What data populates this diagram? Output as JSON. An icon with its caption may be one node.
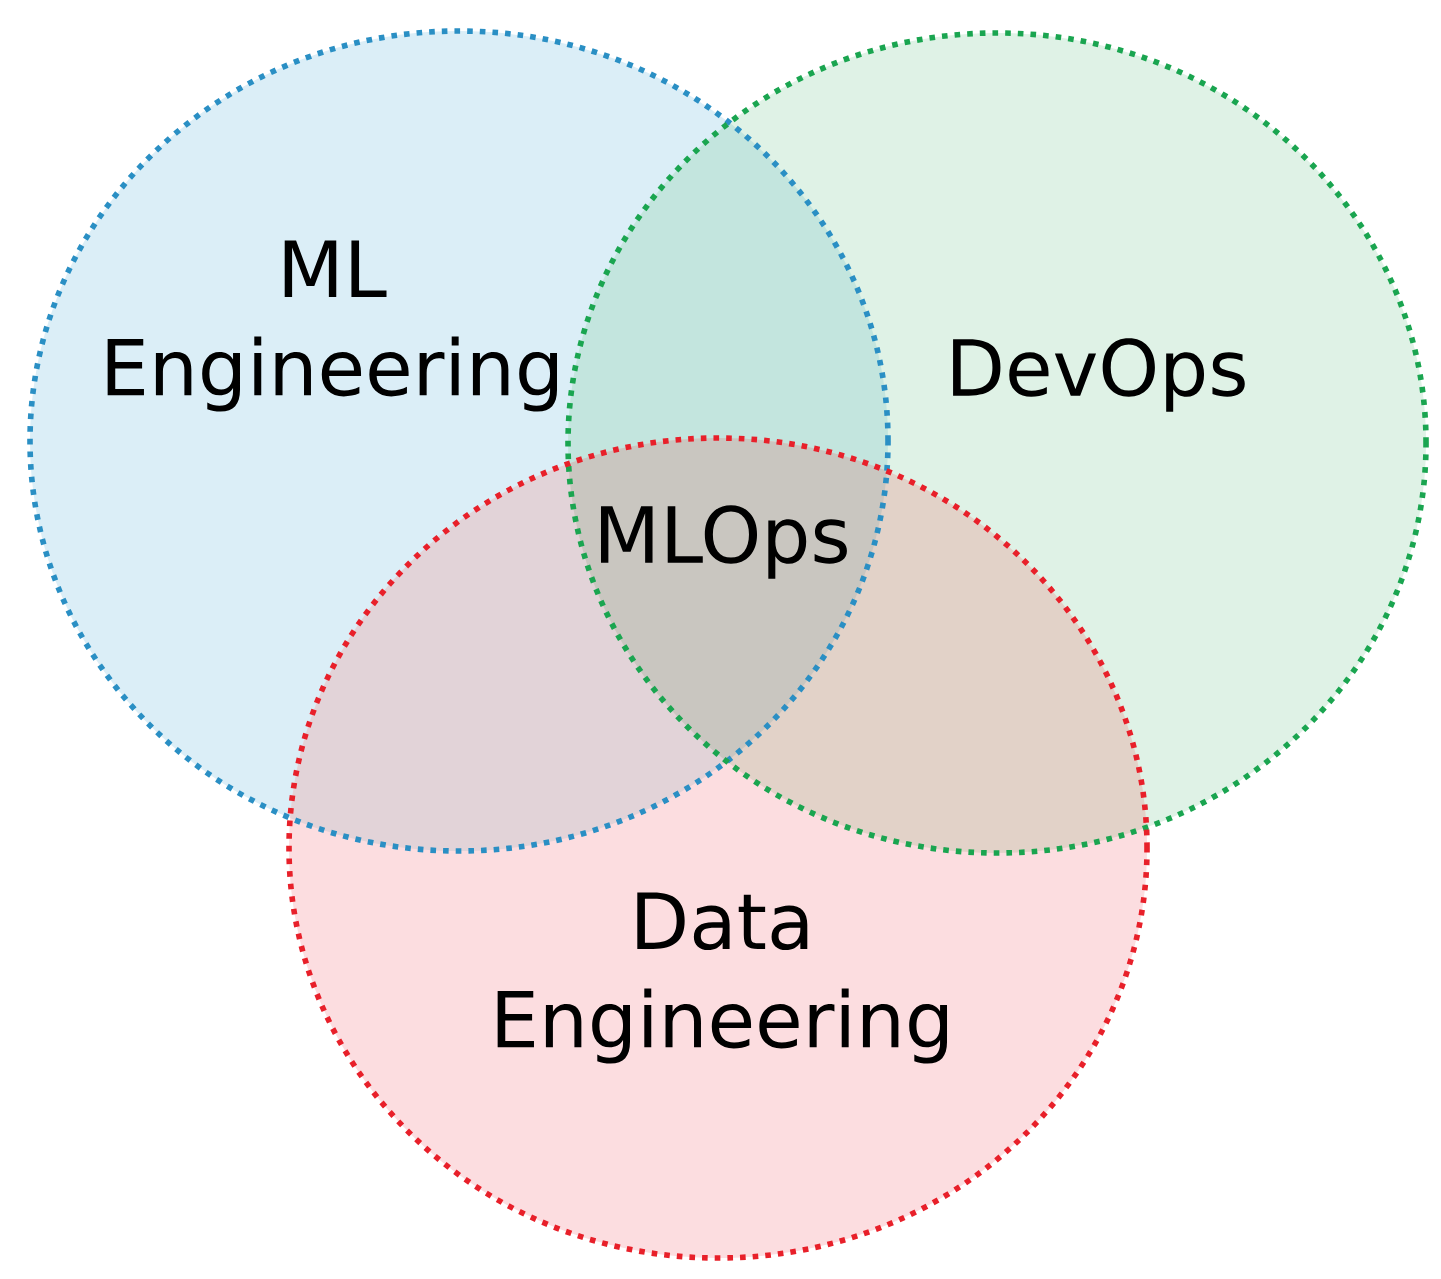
{
  "diagram": {
    "nodes": [
      {
        "text": [
          "ML Engineering"
        ]
      },
      {
        "text": [
          "DevOps"
        ]
      },
      {
        "text": [
          "Data Engineering"
        ]
      }
    ],
    "labels": [
      "MLOps"
    ]
  }
}
